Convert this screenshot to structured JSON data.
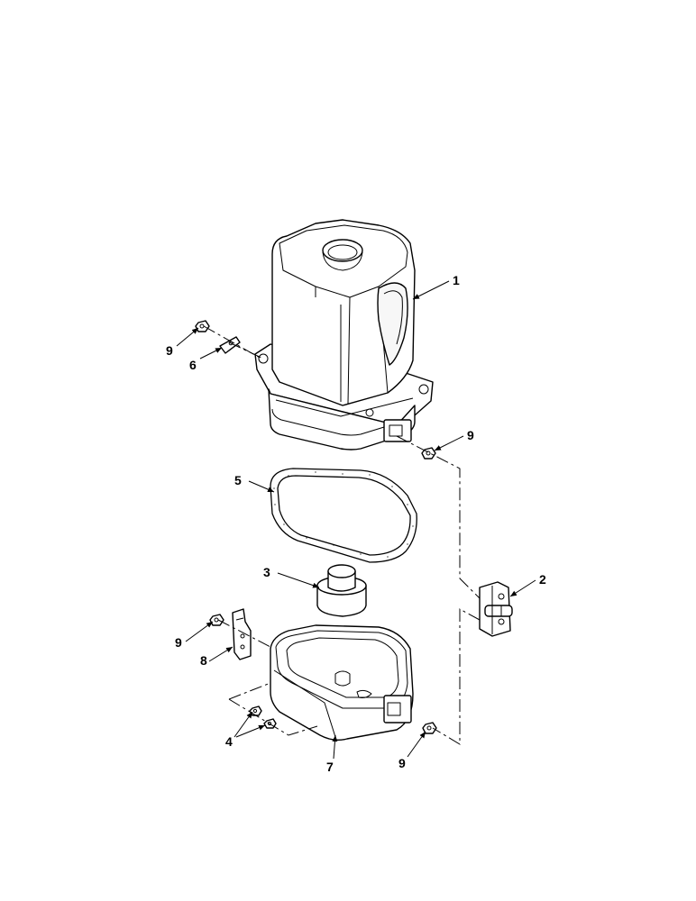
{
  "callouts": {
    "c1": "1",
    "c2": "2",
    "c3": "3",
    "c4": "4",
    "c5": "5",
    "c6": "6",
    "c7": "7",
    "c8": "8",
    "c9a": "9",
    "c9b": "9",
    "c9c": "9",
    "c9d": "9"
  }
}
